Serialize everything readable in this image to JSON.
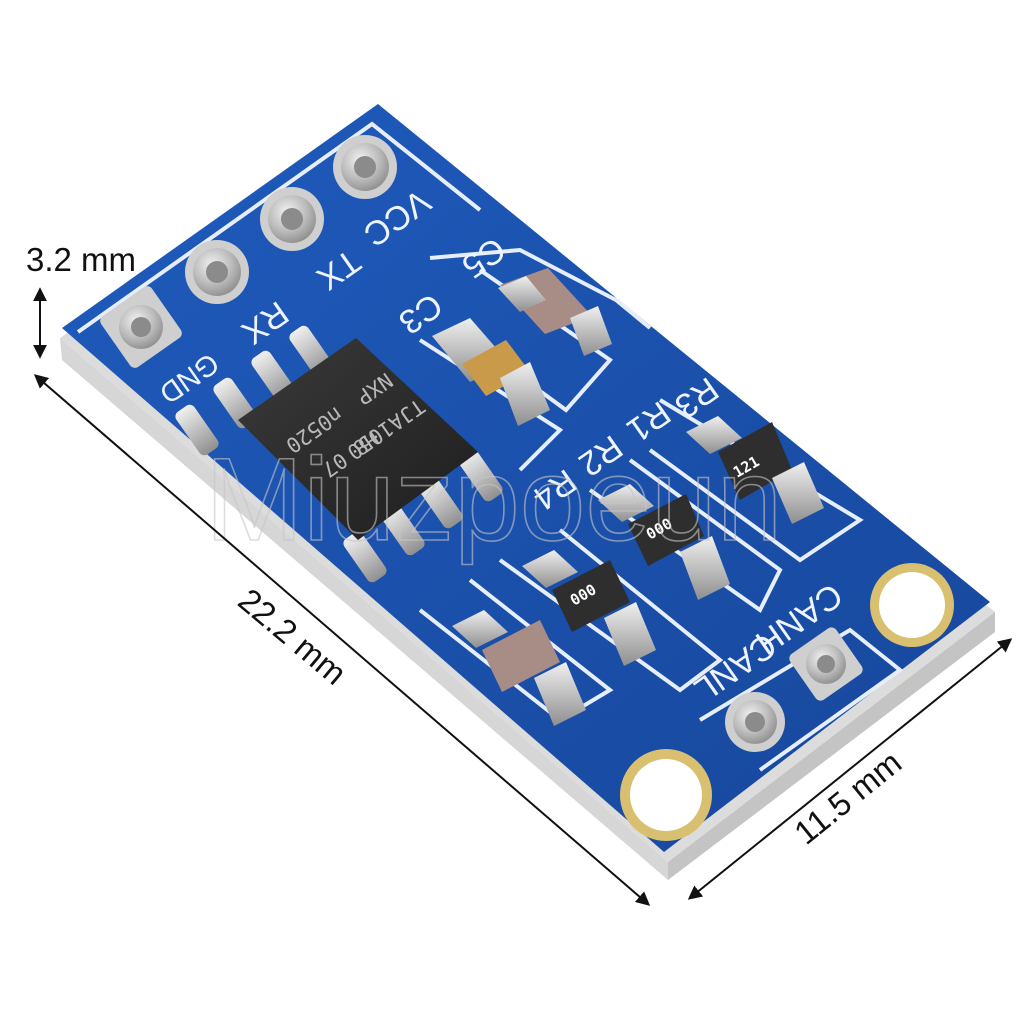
{
  "dimensions": {
    "thickness": "3.2 mm",
    "length": "22.2 mm",
    "width": "11.5 mm"
  },
  "silkscreen": {
    "pins": [
      "VCC",
      "TX",
      "RX",
      "GND"
    ],
    "capacitors": [
      "C5",
      "C3"
    ],
    "resistors": [
      "R3",
      "R1",
      "R2",
      "R4"
    ],
    "can_pins": [
      "CANH",
      "CANL"
    ]
  },
  "chip": {
    "brand": "NXP",
    "line1": "TJA1050",
    "line2": "H8 07",
    "line3": "n0520"
  },
  "resistor_markings": [
    "121",
    "000",
    "000"
  ],
  "watermark": "Miuzpoeun",
  "colors": {
    "board": "#1b4fa8",
    "silkscreen": "#eef4ff",
    "pad": "#c9c9c9",
    "chip": "#2a2a2a"
  }
}
